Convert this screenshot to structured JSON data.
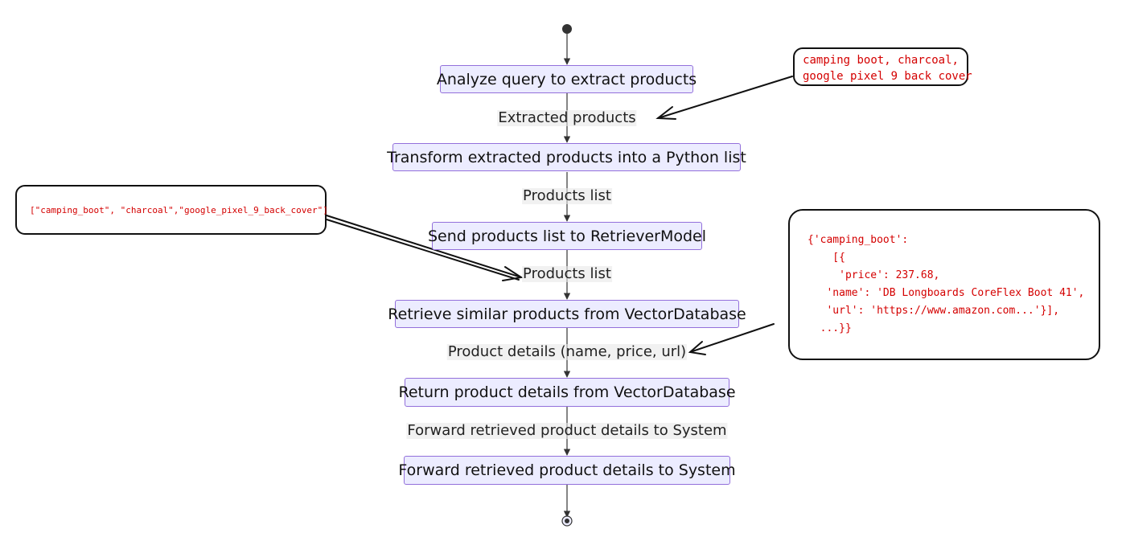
{
  "flow": {
    "nodes": [
      "Analyze query to extract products",
      "Transform extracted products into a Python list",
      "Send products list to RetrieverModel",
      "Retrieve similar products from VectorDatabase",
      "Return product details from VectorDatabase",
      "Forward retrieved product details to System"
    ],
    "edge_labels": [
      "Extracted products",
      "Products list",
      "Products list",
      "Product details (name, price, url)",
      "Forward retrieved product details to System"
    ]
  },
  "notes": {
    "extracted": "camping boot, charcoal,\ngoogle pixel 9 back cover",
    "list": "[\"camping_boot\", \"charcoal\",\"google_pixel_9_back_cover\"]",
    "details": "{'camping_boot':\n    [{\n     'price': 237.68,\n   'name': 'DB Longboards CoreFlex Boot 41',\n   'url': 'https://www.amazon.com...'}],\n  ...}}"
  },
  "colors": {
    "node_fill": "#ececff",
    "node_border": "#9370db",
    "note_text": "#d40000",
    "edge": "#333333"
  }
}
